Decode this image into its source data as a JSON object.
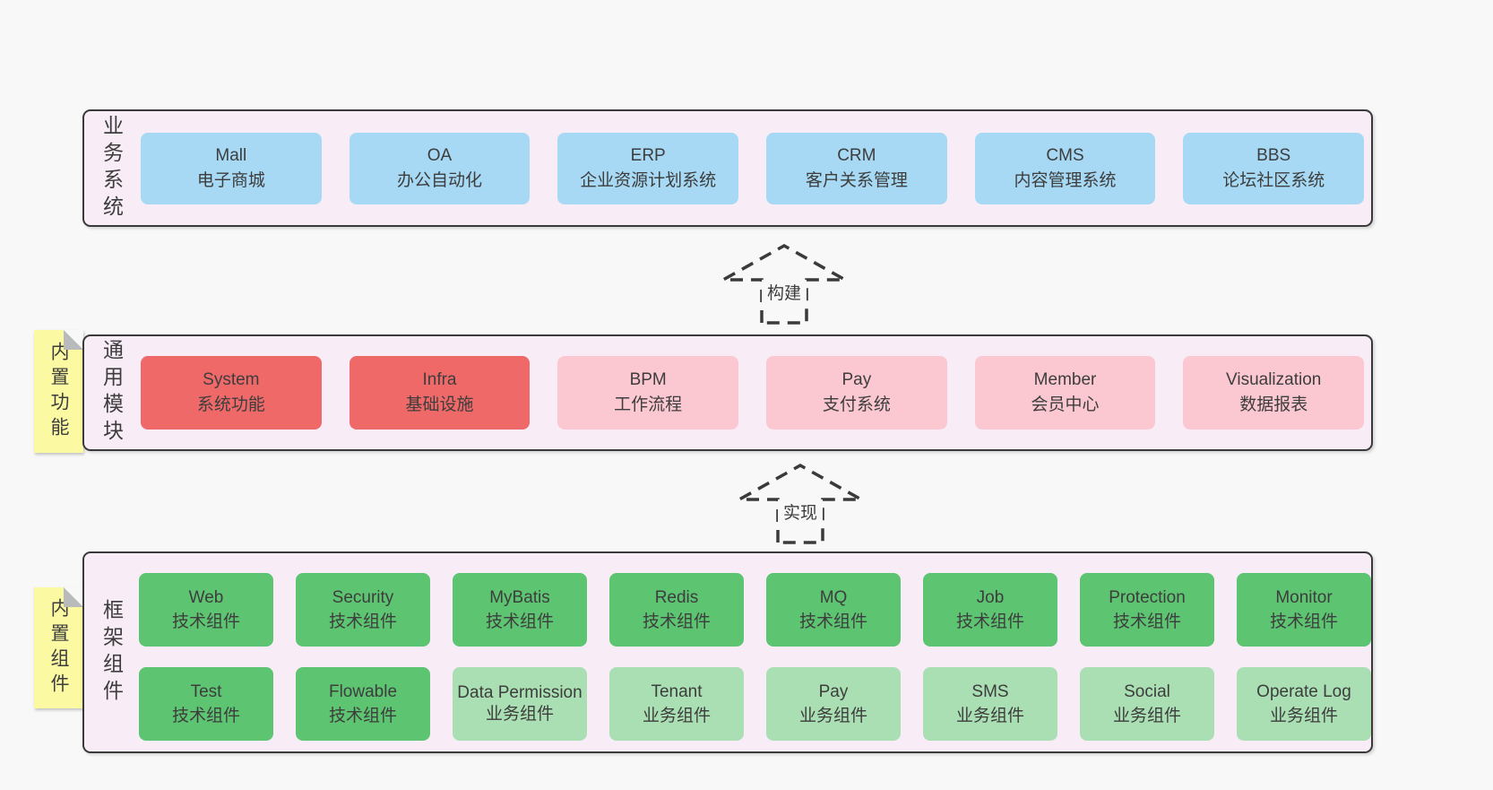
{
  "diagram": {
    "bands": [
      {
        "label": "业务系统",
        "boxes": [
          {
            "en": "Mall",
            "zh": "电子商城"
          },
          {
            "en": "OA",
            "zh": "办公自动化"
          },
          {
            "en": "ERP",
            "zh": "企业资源计划系统"
          },
          {
            "en": "CRM",
            "zh": "客户关系管理"
          },
          {
            "en": "CMS",
            "zh": "内容管理系统"
          },
          {
            "en": "BBS",
            "zh": "论坛社区系统"
          }
        ]
      },
      {
        "label": "通用模块",
        "note": "内置功能",
        "boxes": [
          {
            "en": "System",
            "zh": "系统功能"
          },
          {
            "en": "Infra",
            "zh": "基础设施"
          },
          {
            "en": "BPM",
            "zh": "工作流程"
          },
          {
            "en": "Pay",
            "zh": "支付系统"
          },
          {
            "en": "Member",
            "zh": "会员中心"
          },
          {
            "en": "Visualization",
            "zh": "数据报表"
          }
        ]
      },
      {
        "label": "框架组件",
        "note": "内置组件",
        "row1": [
          {
            "en": "Web",
            "zh": "技术组件"
          },
          {
            "en": "Security",
            "zh": "技术组件"
          },
          {
            "en": "MyBatis",
            "zh": "技术组件"
          },
          {
            "en": "Redis",
            "zh": "技术组件"
          },
          {
            "en": "MQ",
            "zh": "技术组件"
          },
          {
            "en": "Job",
            "zh": "技术组件"
          },
          {
            "en": "Protection",
            "zh": "技术组件"
          },
          {
            "en": "Monitor",
            "zh": "技术组件"
          }
        ],
        "row2": [
          {
            "en": "Test",
            "zh": "技术组件"
          },
          {
            "en": "Flowable",
            "zh": "技术组件"
          },
          {
            "en": "Data Permission",
            "zh": "业务组件"
          },
          {
            "en": "Tenant",
            "zh": "业务组件"
          },
          {
            "en": "Pay",
            "zh": "业务组件"
          },
          {
            "en": "SMS",
            "zh": "业务组件"
          },
          {
            "en": "Social",
            "zh": "业务组件"
          },
          {
            "en": "Operate Log",
            "zh": "业务组件"
          }
        ]
      }
    ],
    "arrows": [
      {
        "label": "构建"
      },
      {
        "label": "实现"
      }
    ],
    "colors": {
      "page_bg": "#f8f8f8",
      "band_bg": "#f8edf6",
      "band_border": "#3a3a3a",
      "blue": "#a7d9f4",
      "red": "#f06969",
      "pink": "#fbc8d2",
      "green_dark": "#5dc471",
      "green_light": "#aadfb3",
      "note_yellow": "#fcf9a3",
      "note_fold": "#b9babc",
      "text": "#3d3d3d"
    }
  }
}
